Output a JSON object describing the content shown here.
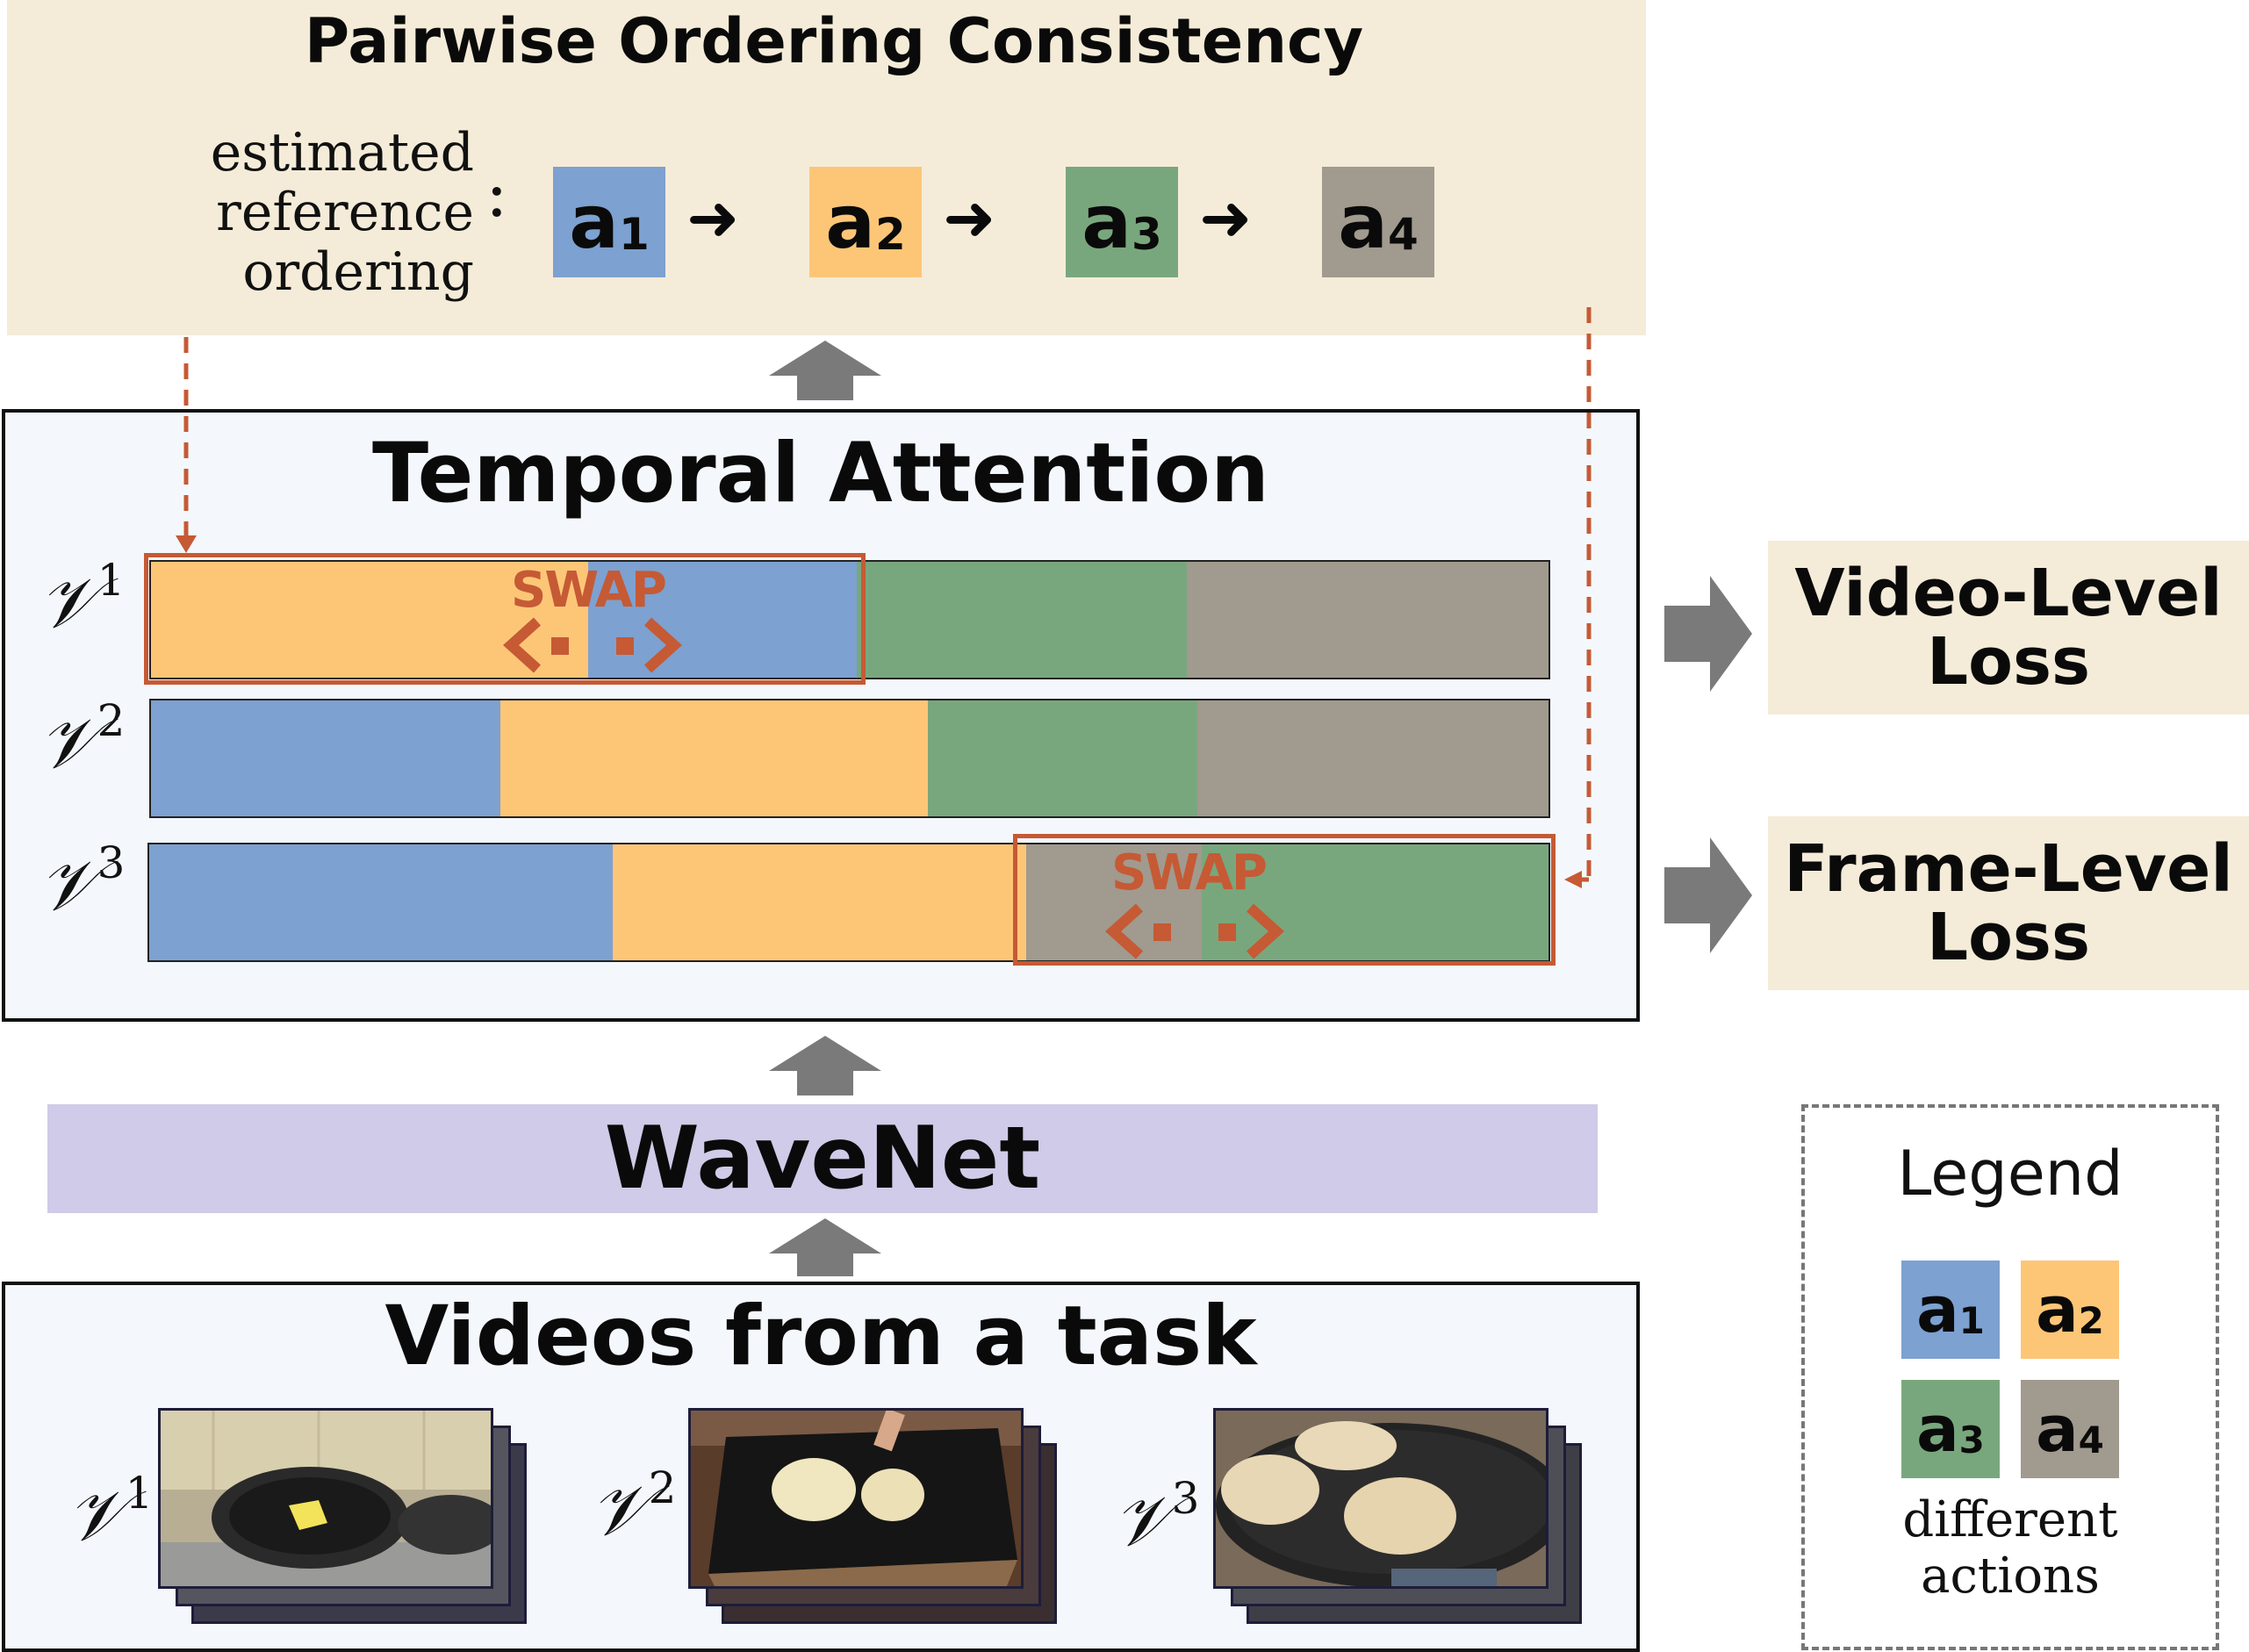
{
  "top_panel": {
    "title": "Pairwise Ordering Consistency",
    "label_lines": [
      "estimated",
      "reference",
      "ordering"
    ],
    "colon": ":"
  },
  "actions": [
    {
      "letter": "a",
      "sub": "1",
      "color": "#7da1d0"
    },
    {
      "letter": "a",
      "sub": "2",
      "color": "#fdc677"
    },
    {
      "letter": "a",
      "sub": "3",
      "color": "#79a77d"
    },
    {
      "letter": "a",
      "sub": "4",
      "color": "#a19a8e"
    }
  ],
  "temporal_attention": {
    "title": "Temporal Attention",
    "swap_label": "SWAP",
    "videos": [
      {
        "symbol": "𝒱",
        "sup": "1",
        "segments": [
          {
            "action": 2,
            "frac": 0.313
          },
          {
            "action": 1,
            "frac": 0.192
          },
          {
            "action": 3,
            "frac": 0.236
          },
          {
            "action": 4,
            "frac": 0.259
          }
        ]
      },
      {
        "symbol": "𝒱",
        "sup": "2",
        "segments": [
          {
            "action": 1,
            "frac": 0.25
          },
          {
            "action": 2,
            "frac": 0.306
          },
          {
            "action": 3,
            "frac": 0.193
          },
          {
            "action": 4,
            "frac": 0.251
          }
        ]
      },
      {
        "symbol": "𝒱",
        "sup": "3",
        "segments": [
          {
            "action": 1,
            "frac": 0.331
          },
          {
            "action": 2,
            "frac": 0.296
          },
          {
            "action": 4,
            "frac": 0.125
          },
          {
            "action": 3,
            "frac": 0.248
          }
        ]
      }
    ]
  },
  "losses": {
    "video_level": "Video-Level\nLoss",
    "frame_level": "Frame-Level\nLoss"
  },
  "wavenet": {
    "title": "WaveNet"
  },
  "videos_panel": {
    "title": "Videos from a task",
    "thumbnails": [
      {
        "symbol": "𝒱",
        "sup": "1"
      },
      {
        "symbol": "𝒱",
        "sup": "2"
      },
      {
        "symbol": "𝒱",
        "sup": "3"
      }
    ]
  },
  "legend": {
    "title": "Legend",
    "caption_lines": [
      "different",
      "actions"
    ]
  }
}
